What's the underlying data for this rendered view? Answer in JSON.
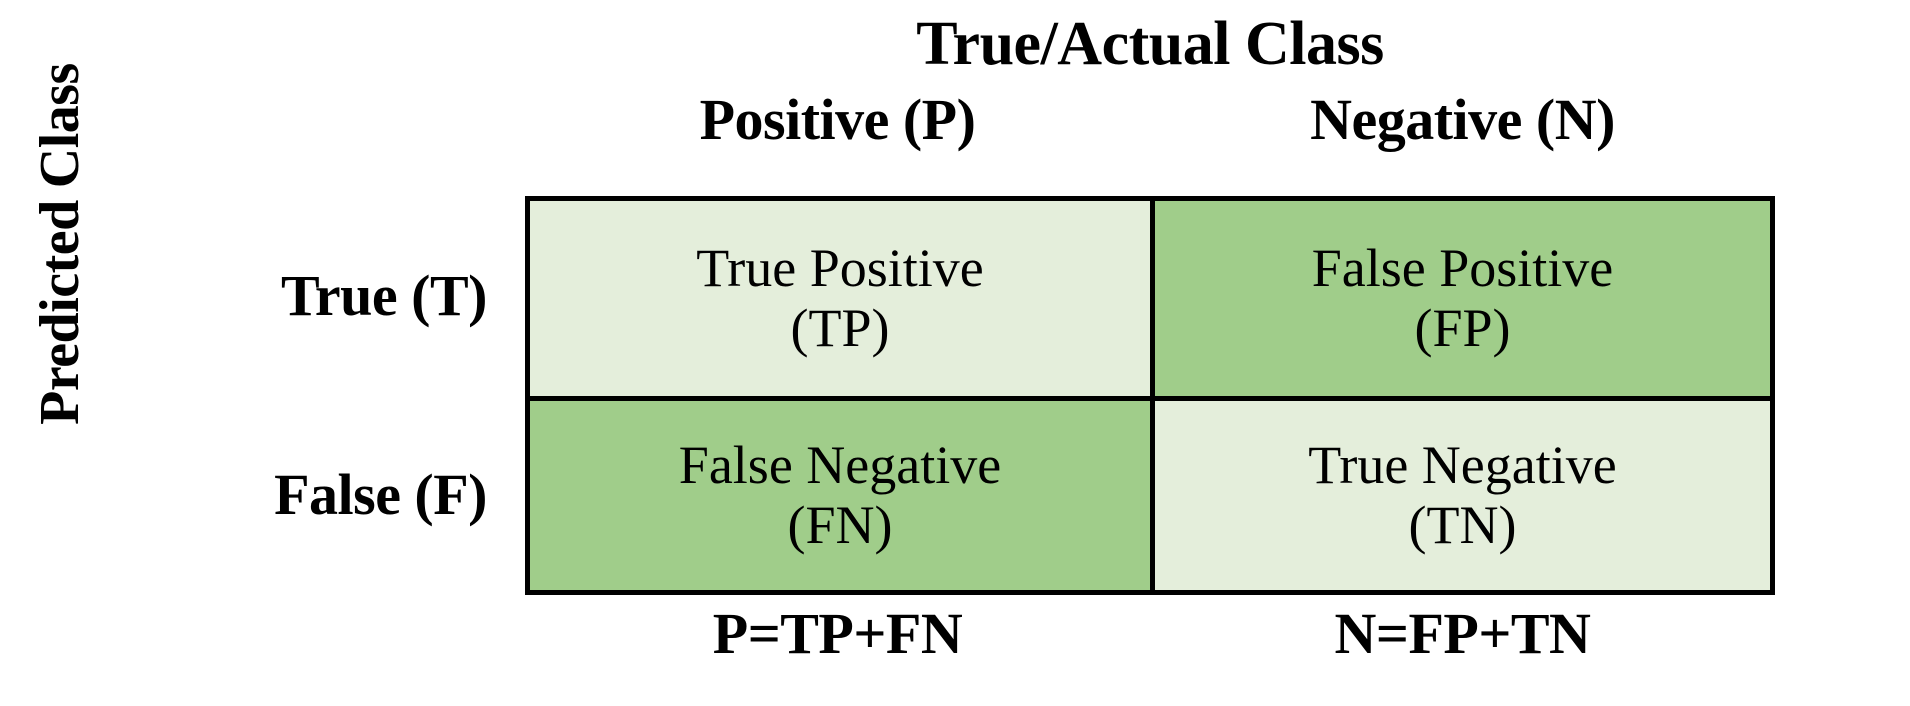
{
  "figure": {
    "type": "confusion-matrix",
    "background_color": "#ffffff",
    "border_color": "#000000"
  },
  "top_axis": {
    "title": "True/Actual Class",
    "columns": [
      {
        "label": "Positive (P)",
        "short": "P"
      },
      {
        "label": "Negative (N)",
        "short": "N"
      }
    ]
  },
  "left_axis": {
    "title_line1": "Predicted",
    "title_line2": "Class",
    "rows": [
      {
        "label": "True (T)",
        "short": "T"
      },
      {
        "label": "False (F)",
        "short": "F"
      }
    ]
  },
  "colors": {
    "light_green": "#e4eedb",
    "dark_green": "#a0cd8a",
    "border": "#000000",
    "text": "#000000"
  },
  "cells": [
    {
      "id": "tp",
      "line1": "True Positive",
      "line2": "(TP)",
      "fill": "#e4eedb",
      "row": "True (T)",
      "column": "Positive (P)"
    },
    {
      "id": "fp",
      "line1": "False Positive",
      "line2": "(FP)",
      "fill": "#a0cd8a",
      "row": "True (T)",
      "column": "Negative (N)"
    },
    {
      "id": "fn",
      "line1": "False Negative",
      "line2": "(FN)",
      "fill": "#a0cd8a",
      "row": "False (F)",
      "column": "Positive (P)"
    },
    {
      "id": "tn",
      "line1": "True Negative",
      "line2": "(TN)",
      "fill": "#e4eedb",
      "row": "False (F)",
      "column": "Negative (N)"
    }
  ],
  "footer_totals": [
    {
      "id": "positives-total",
      "text": "P=TP+FN"
    },
    {
      "id": "negatives-total",
      "text": "N=FP+TN"
    }
  ]
}
